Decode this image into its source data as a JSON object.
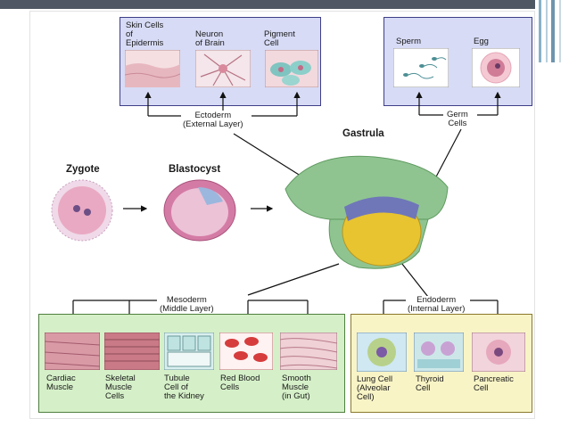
{
  "ectoderm": {
    "cells": [
      "Skin Cells\nof\nEpidermis",
      "Neuron\nof Brain",
      "Pigment\nCell"
    ],
    "layer": "Ectoderm\n(External Layer)"
  },
  "germ": {
    "cells": [
      "Sperm",
      "Egg"
    ],
    "layer": "Germ\nCells"
  },
  "stages": [
    "Zygote",
    "Blastocyst",
    "Gastrula"
  ],
  "mesoderm": {
    "layer": "Mesoderm\n(Middle Layer)",
    "cells": [
      "Cardiac\nMuscle",
      "Skeletal\nMuscle\nCells",
      "Tubule\nCell of\nthe Kidney",
      "Red Blood\nCells",
      "Smooth\nMuscle\n(in Gut)"
    ]
  },
  "endoderm": {
    "layer": "Endoderm\n(Internal Layer)",
    "cells": [
      "Lung Cell\n(Alveolar\nCell)",
      "Thyroid\nCell",
      "Pancreatic\nCell"
    ]
  },
  "colors": {
    "ectoderm_box": "#d7dbf5",
    "germ_box": "#d7dbf5",
    "mesoderm_box": "#d5f0c8",
    "endoderm_box": "#f8f4c6",
    "gastrula_green": "#8fc490",
    "yolk_yellow": "#e8c430"
  }
}
